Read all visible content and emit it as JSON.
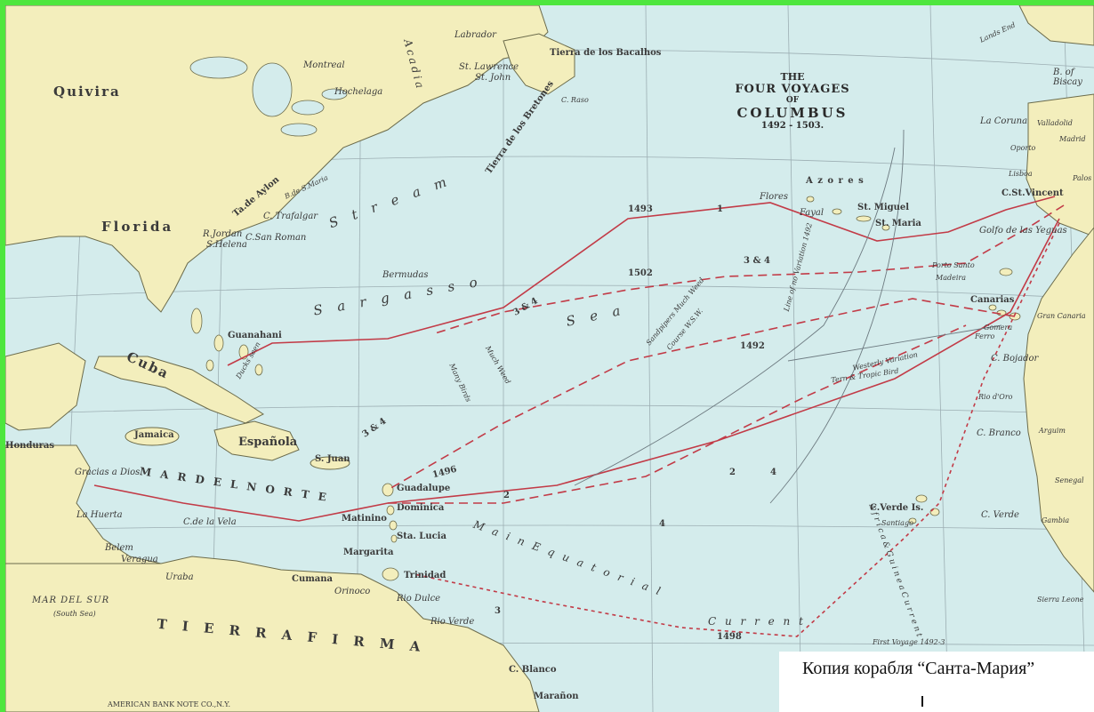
{
  "title": {
    "line1": "THE",
    "line2": "FOUR VOYAGES",
    "line3": "OF",
    "line4": "COLUMBUS",
    "line5": "1492 - 1503."
  },
  "colors": {
    "land": "#f3eebc",
    "sea": "#d4ecec",
    "route": "#c23b47",
    "frame": "#4ee63e"
  },
  "labels": {
    "labrador": "Labrador",
    "tierra_los_bacalhos": "Tierra de los Bacalhos",
    "st_lawrence": "St. Lawrence",
    "st_john": "St. John",
    "c_raso": "C. Raso",
    "tierra_bretones": "Tierra de los Bretones",
    "acadia": "Acadia",
    "montreal": "Montreal",
    "hochelaga": "Hochelaga",
    "quivira": "Quivira",
    "florida": "Florida",
    "ta_de_aylon": "Ta.de Aylon",
    "c_trafalgar": "C. Trafalgar",
    "c_san_roman": "C.San Roman",
    "s_helena": "S.Helena",
    "r_jordan": "R.Jordan",
    "b_de_s_maria": "B.de S.Maria",
    "stream": "S t r e a m",
    "bermudas": "Bermudas",
    "sargasso": "S a r g a s s o",
    "sea": "S e a",
    "guanahani": "Guanahani",
    "cuba": "Cuba",
    "jamaica": "Jamaica",
    "espanola": "Española",
    "s_juan": "S. Juan",
    "honduras": "Honduras",
    "gracias_a_dios": "Gracias a Dios",
    "mar_del_norte": "M A R   D E L   N O R T E",
    "c_de_la_vela": "C.de la Vela",
    "la_huerta": "La Huerta",
    "belem": "Belem",
    "veragua": "Veragua",
    "uraba": "Uraba",
    "guadalupe": "Guadalupe",
    "dominica": "Dominica",
    "matinino": "Matinino",
    "sta_lucia": "Sta. Lucia",
    "margarita": "Margarita",
    "trinidad": "Trinidad",
    "cumana": "Cumana",
    "orinoco": "Orinoco",
    "rio_dulce": "Rio Dulce",
    "rio_verde": "Rio Verde",
    "c_blanco": "C. Blanco",
    "maranon": "Marañon",
    "mar_del_sur": "MAR DEL SUR",
    "south_sea": "(South Sea)",
    "tierra_firma": "T  I  E  R  R  A     F  I  R  M  A",
    "main_equatorial": "M a i n   E q u a t o r i a l",
    "current": "C u r r e n t",
    "azores": "A z o r e s",
    "flores": "Flores",
    "fayal": "Fayal",
    "st_miguel": "St. Miguel",
    "st_maria": "St. Maria",
    "la_coruna": "La Coruna",
    "valladolid": "Valladolid",
    "madrid": "Madrid",
    "oporto": "Oporto",
    "lisboa": "Lisboa",
    "palos": "Palos",
    "c_st_vincent": "C.St.Vincent",
    "b_of_biscay": "B. of Biscay",
    "lands_end": "Lands End",
    "golfo_de_las_yeguas": "Golfo de las Yeguas",
    "porto_santo": "Porto Santo",
    "madeira": "Madeira",
    "canarias": "Canarias",
    "gran_canaria": "Gran Canaria",
    "gomera": "Gomera",
    "ferro": "Ferro",
    "c_bojador": "C. Bojador",
    "rio_doro": "Rio d'Oro",
    "c_branco": "C. Branco",
    "arguim": "Arguim",
    "c_verde_is": "C.Verde Is.",
    "santiago": "Santiago",
    "c_verde": "C. Verde",
    "gambia": "Gambia",
    "senegal": "Senegal",
    "sierra_leone": "Sierra Leone",
    "guinea_current": "A f r i c a   &   G u i n e a   C u r r e n t",
    "line_of_no_variation": "Line of no Variation 1492",
    "westerly_variation": "Westerly Variation",
    "first_voyage": "First Voyage 1492-3",
    "bank_note": "AMERICAN BANK NOTE CO.,N.Y.",
    "yr_1493": "1493",
    "yr_1502": "1502",
    "yr_1492": "1492",
    "yr_1496": "1496",
    "yr_1498": "1498",
    "v_3and4": "3 & 4",
    "v_1": "1",
    "v_2": "2",
    "v_3": "3",
    "v_4": "4",
    "notes_sandpipers": "Sandpipers  Much Weed",
    "notes_course": "Course W.S.W.",
    "notes_ducks": "Ducks seen",
    "notes_much_weed": "Much Weed",
    "notes_many_birds": "Many Birds",
    "notes_tern": "Tern & Tropic Bird"
  },
  "caption": {
    "text": "Копия корабля “Санта-Мария”"
  }
}
